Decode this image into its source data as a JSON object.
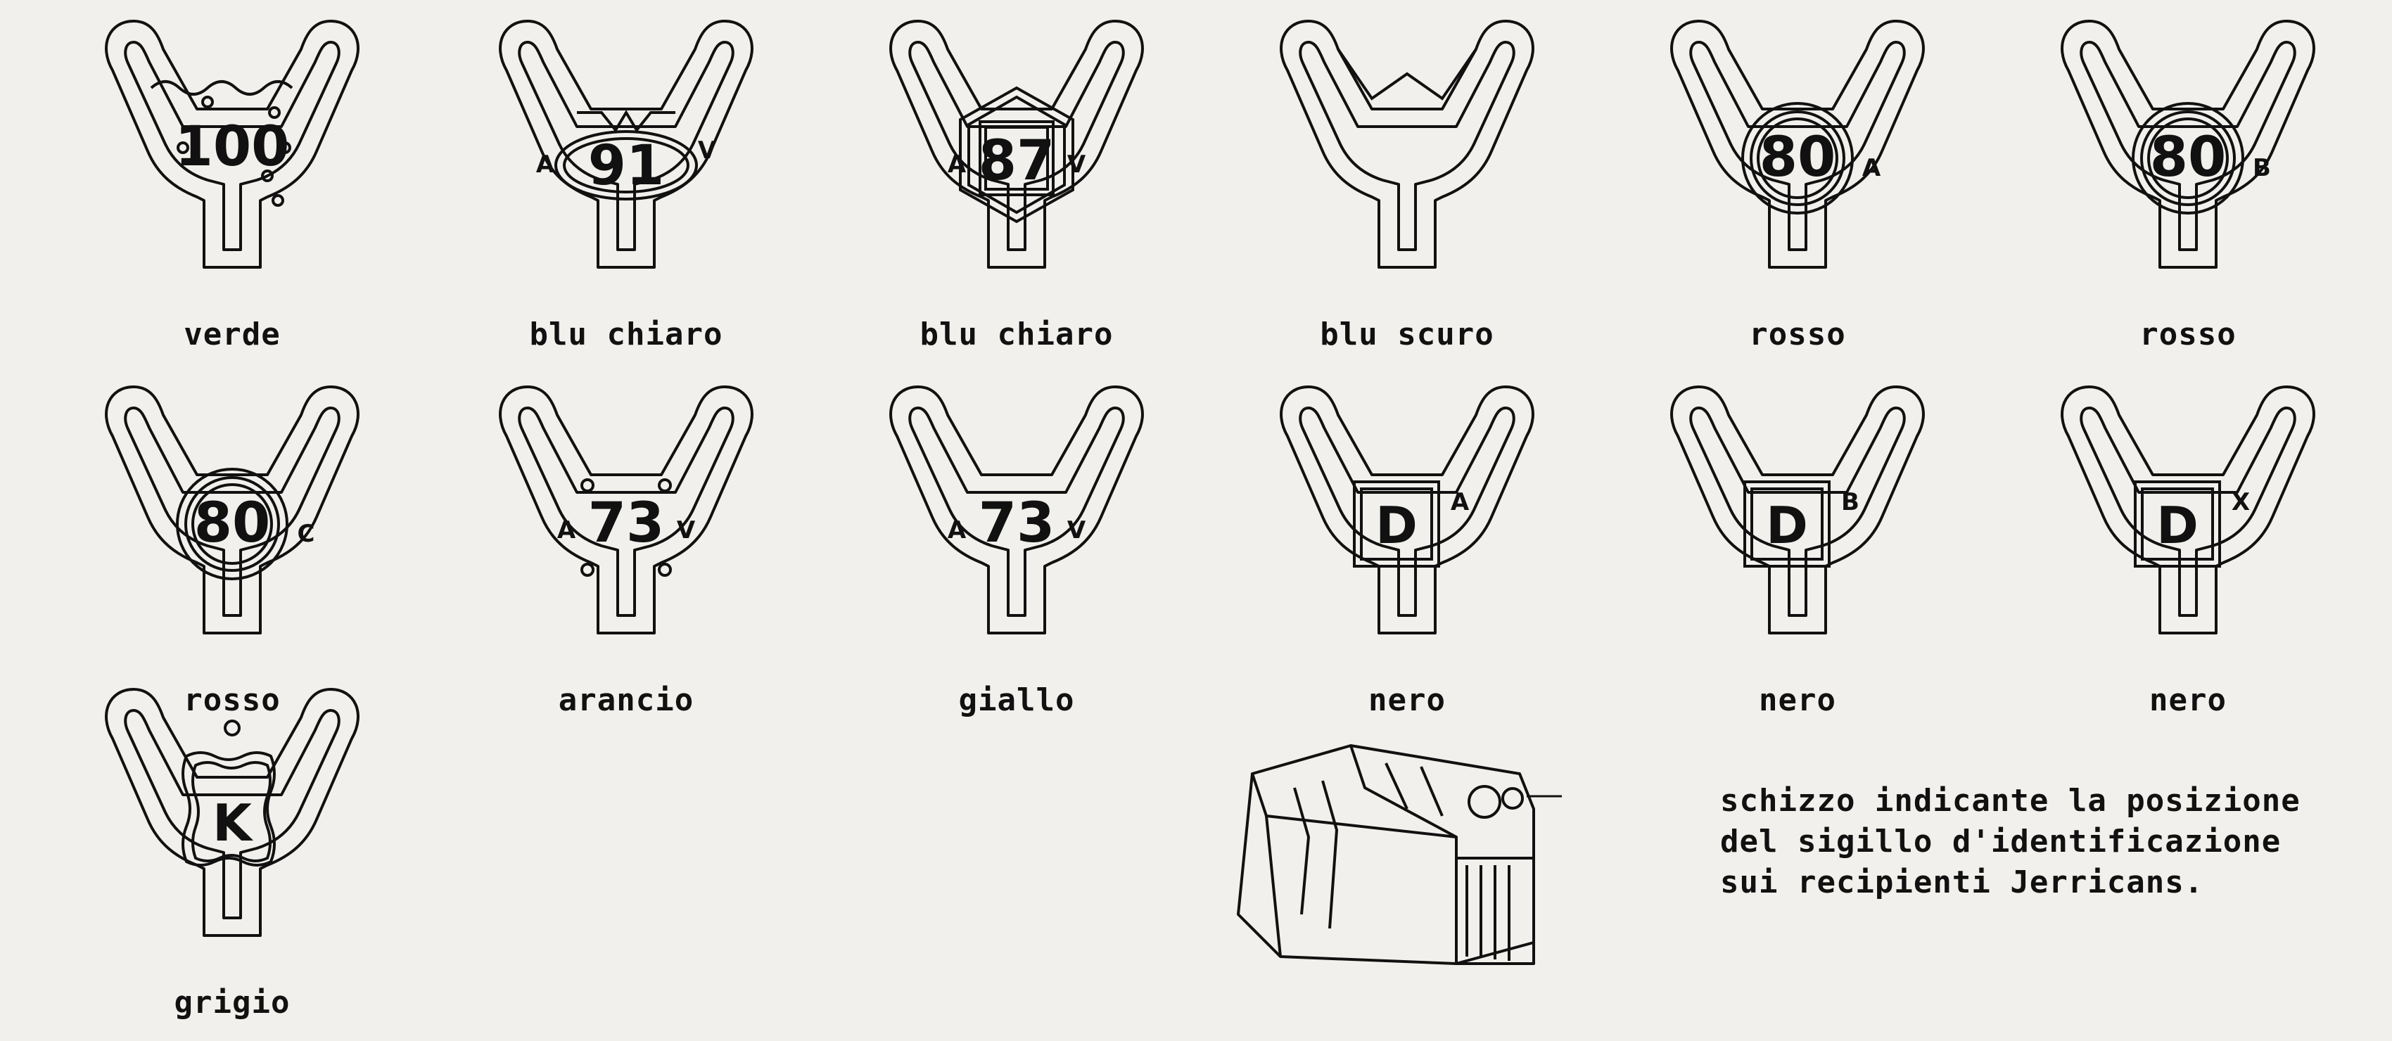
{
  "colors": {
    "ink": "#111111",
    "paper": "#f1f0ec"
  },
  "seals": [
    {
      "id": "verde-100",
      "symbol": "100",
      "left_mark": "",
      "right_mark": "",
      "caption": "verde",
      "emblem": "waves-bubbles"
    },
    {
      "id": "blu-chiaro-91",
      "symbol": "91",
      "left_mark": "A",
      "right_mark": "V",
      "caption": "blu chiaro",
      "emblem": "oval-notch"
    },
    {
      "id": "blu-chiaro-87",
      "symbol": "87",
      "left_mark": "A",
      "right_mark": "V",
      "caption": "blu chiaro",
      "emblem": "hexagon"
    },
    {
      "id": "blu-scuro",
      "symbol": "",
      "left_mark": "",
      "right_mark": "",
      "caption": "blu scuro",
      "emblem": "zigzag"
    },
    {
      "id": "rosso-80-a",
      "symbol": "80",
      "left_mark": "",
      "right_mark": "A",
      "caption": "rosso",
      "emblem": "double-circle"
    },
    {
      "id": "rosso-80-b",
      "symbol": "80",
      "left_mark": "",
      "right_mark": "B",
      "caption": "rosso",
      "emblem": "double-circle"
    },
    {
      "id": "rosso-80-c",
      "symbol": "80",
      "left_mark": "",
      "right_mark": "C",
      "caption": "rosso",
      "emblem": "double-circle"
    },
    {
      "id": "arancio-73",
      "symbol": "73",
      "left_mark": "A",
      "right_mark": "V",
      "caption": "arancio",
      "emblem": "four-dots"
    },
    {
      "id": "giallo-73",
      "symbol": "73",
      "left_mark": "A",
      "right_mark": "V",
      "caption": "giallo",
      "emblem": "plain"
    },
    {
      "id": "nero-d-a",
      "symbol": "D",
      "left_mark": "",
      "right_mark": "A",
      "caption": "nero",
      "emblem": "square"
    },
    {
      "id": "nero-d-b",
      "symbol": "D",
      "left_mark": "",
      "right_mark": "B",
      "caption": "nero",
      "emblem": "square"
    },
    {
      "id": "nero-d-x",
      "symbol": "D",
      "left_mark": "",
      "right_mark": "X",
      "caption": "nero",
      "emblem": "square"
    },
    {
      "id": "grigio-k",
      "symbol": "K",
      "left_mark": "",
      "right_mark": "",
      "caption": "grigio",
      "emblem": "wavy-frame"
    }
  ],
  "note": {
    "lines": [
      "schizzo indicante la posizione",
      "del sigillo d'identificazione",
      "sui recipienti Jerricans."
    ]
  },
  "sketch": {
    "icon": "jerrican-sketch"
  }
}
